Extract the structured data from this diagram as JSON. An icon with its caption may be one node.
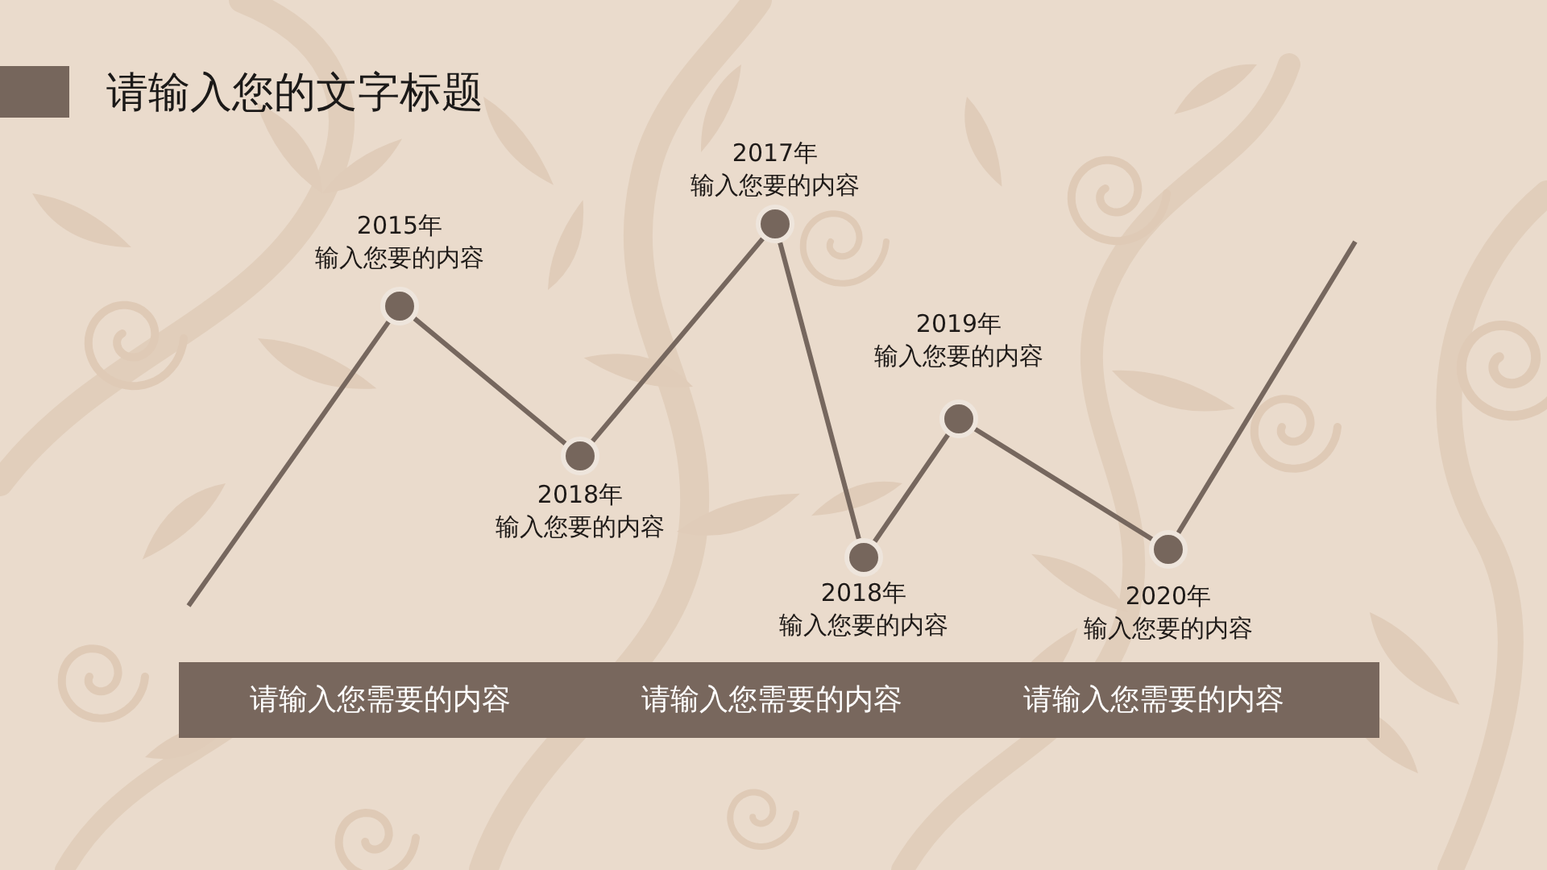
{
  "diagram": {
    "title": "请输入您的文字标题",
    "nodes": [
      {
        "text": [],
        "shape": "circle",
        "beside": [
          "2015年",
          "输入您要的内容"
        ]
      },
      {
        "text": [],
        "shape": "circle",
        "beside": [
          "2018年",
          "输入您要的内容"
        ]
      },
      {
        "text": [],
        "shape": "circle",
        "beside": [
          "2017年",
          "输入您要的内容"
        ]
      },
      {
        "text": [],
        "shape": "circle",
        "beside": [
          "2018年",
          "输入您要的内容"
        ]
      },
      {
        "text": [],
        "shape": "circle",
        "beside": [
          "2019年",
          "输入您要的内容"
        ]
      },
      {
        "text": [],
        "shape": "circle",
        "beside": [
          "2020年",
          "输入您要的内容"
        ]
      },
      {
        "text": [
          "请输入您需要的内容",
          "请输入您需要的内容",
          "请输入您需要的内容"
        ]
      }
    ],
    "edges": [
      {
        "from": null,
        "to": 0,
        "arrow": "none"
      },
      {
        "from": 0,
        "to": 1,
        "arrow": "none"
      },
      {
        "from": 1,
        "to": 2,
        "arrow": "none"
      },
      {
        "from": 2,
        "to": 3,
        "arrow": "none"
      },
      {
        "from": 3,
        "to": 4,
        "arrow": "none"
      },
      {
        "from": 4,
        "to": 5,
        "arrow": "none"
      },
      {
        "from": 5,
        "to": null,
        "arrow": "none"
      }
    ]
  }
}
